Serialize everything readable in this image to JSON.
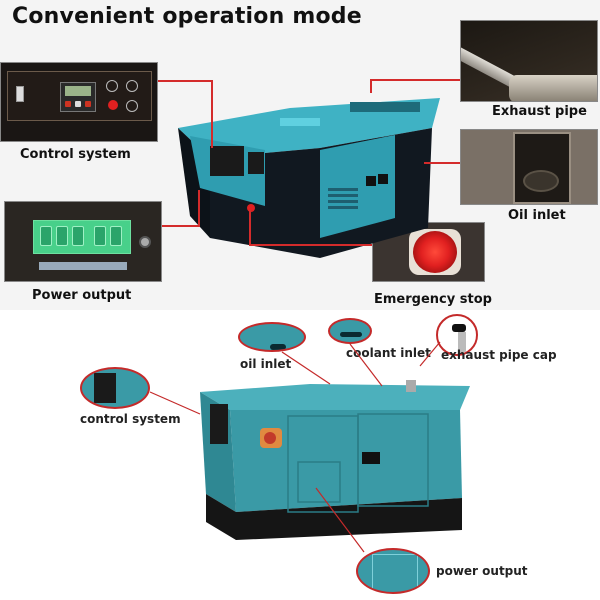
{
  "title": "Convenient operation mode",
  "top_section": {
    "callouts": [
      {
        "id": "control-system",
        "label": "Control system"
      },
      {
        "id": "exhaust-pipe",
        "label": "Exhaust pipe"
      },
      {
        "id": "oil-inlet",
        "label": "Oil inlet"
      },
      {
        "id": "power-output",
        "label": "Power output"
      },
      {
        "id": "emergency-stop",
        "label": "Emergency stop"
      }
    ]
  },
  "bottom_section": {
    "callouts": [
      {
        "id": "oil-inlet",
        "label": "oil inlet"
      },
      {
        "id": "coolant-inlet",
        "label": "coolant inlet"
      },
      {
        "id": "exhaust-pipe-cap",
        "label": "exhaust pipe cap"
      },
      {
        "id": "control-system",
        "label": "control system"
      },
      {
        "id": "power-output",
        "label": "power output"
      }
    ]
  },
  "colors": {
    "leader_line": "#d42b2b",
    "canopy_teal": "#2f9db0",
    "canopy_dark": "#111820",
    "bottom_teal": "#3a9aa6",
    "base_black": "#151515"
  }
}
